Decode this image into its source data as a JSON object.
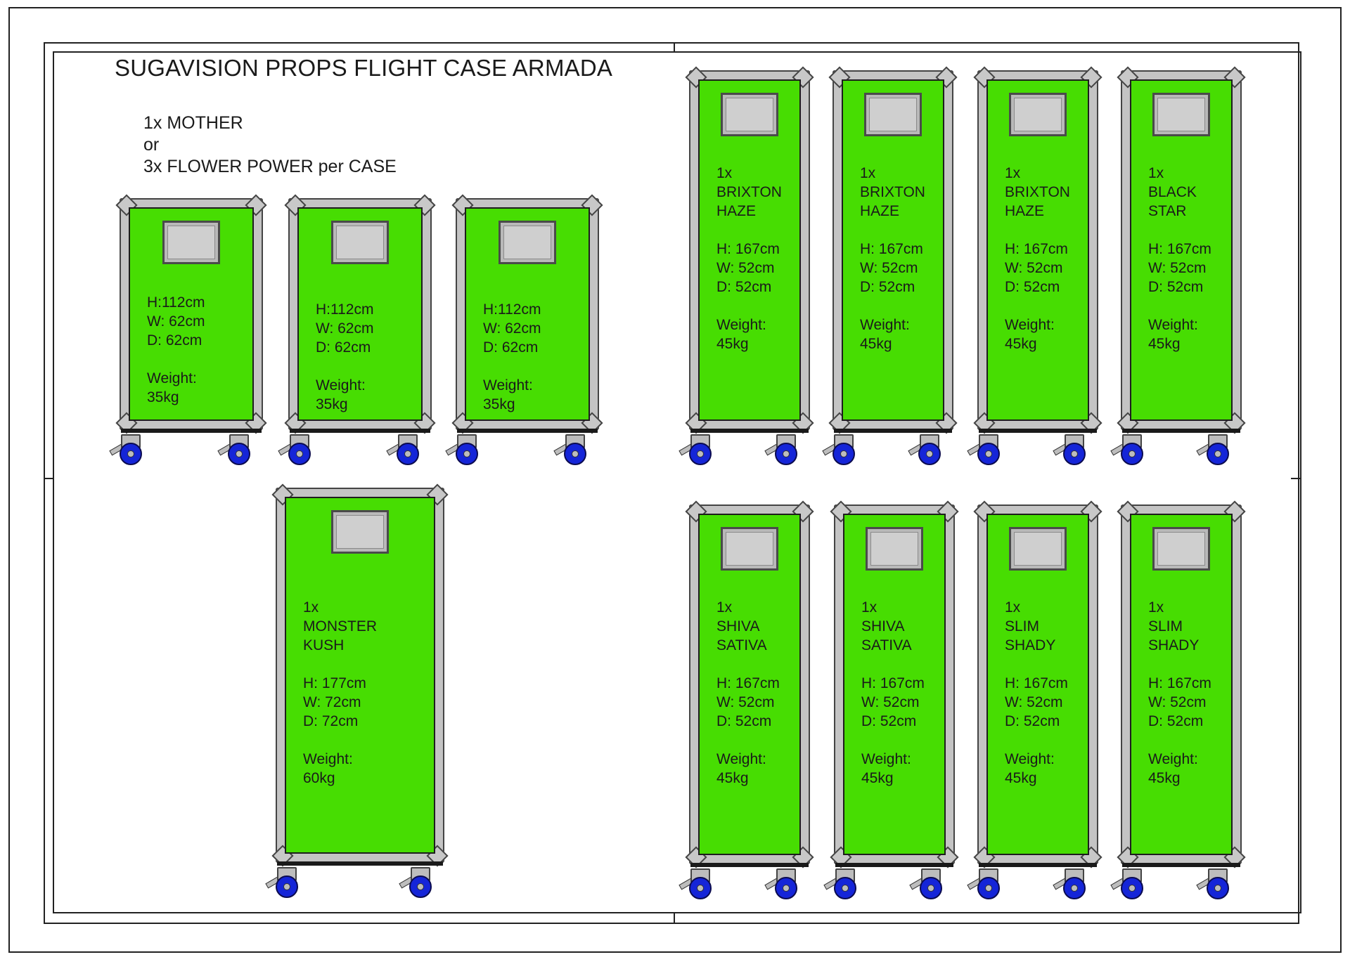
{
  "title": "SUGAVISION PROPS FLIGHT CASE ARMADA",
  "note": {
    "line1": "1x MOTHER",
    "line2": "or",
    "line3": "3x FLOWER POWER per CASE"
  },
  "colors": {
    "case_panel": "#47dd02",
    "case_trim": "#c4c4c4",
    "wheel": "#1525d8"
  },
  "small_cases": [
    {
      "lines": [
        "H:112cm",
        "W: 62cm",
        "D: 62cm",
        "",
        "Weight:",
        "35kg"
      ]
    },
    {
      "lines": [
        "H:112cm",
        "W: 62cm",
        "D: 62cm",
        "",
        "Weight:",
        "35kg"
      ]
    },
    {
      "lines": [
        "H:112cm",
        "W: 62cm",
        "D: 62cm",
        "",
        "Weight:",
        "35kg"
      ]
    }
  ],
  "top_tall_cases": [
    {
      "lines": [
        "1x",
        "BRIXTON",
        "HAZE",
        "",
        "H: 167cm",
        "W: 52cm",
        "D: 52cm",
        "",
        "Weight:",
        "45kg"
      ]
    },
    {
      "lines": [
        "1x",
        "BRIXTON",
        "HAZE",
        "",
        "H: 167cm",
        "W: 52cm",
        "D: 52cm",
        "",
        "Weight:",
        "45kg"
      ]
    },
    {
      "lines": [
        "1x",
        "BRIXTON",
        "HAZE",
        "",
        "H: 167cm",
        "W: 52cm",
        "D: 52cm",
        "",
        "Weight:",
        "45kg"
      ]
    },
    {
      "lines": [
        "1x",
        "BLACK",
        "STAR",
        "",
        "H: 167cm",
        "W: 52cm",
        "D: 52cm",
        "",
        "Weight:",
        "45kg"
      ]
    }
  ],
  "monster_case": {
    "lines": [
      "1x",
      "MONSTER",
      "KUSH",
      "",
      "H: 177cm",
      "W: 72cm",
      "D: 72cm",
      "",
      "Weight:",
      "60kg"
    ]
  },
  "bottom_tall_cases": [
    {
      "lines": [
        "1x",
        "SHIVA",
        "SATIVA",
        "",
        "H: 167cm",
        "W: 52cm",
        "D: 52cm",
        "",
        "Weight:",
        "45kg"
      ]
    },
    {
      "lines": [
        "1x",
        "SHIVA",
        "SATIVA",
        "",
        "H: 167cm",
        "W: 52cm",
        "D: 52cm",
        "",
        "Weight:",
        "45kg"
      ]
    },
    {
      "lines": [
        "1x",
        "SLIM",
        "SHADY",
        "",
        "H: 167cm",
        "W: 52cm",
        "D: 52cm",
        "",
        "Weight:",
        "45kg"
      ]
    },
    {
      "lines": [
        "1x",
        "SLIM",
        "SHADY",
        "",
        "H: 167cm",
        "W: 52cm",
        "D: 52cm",
        "",
        "Weight:",
        "45kg"
      ]
    }
  ]
}
